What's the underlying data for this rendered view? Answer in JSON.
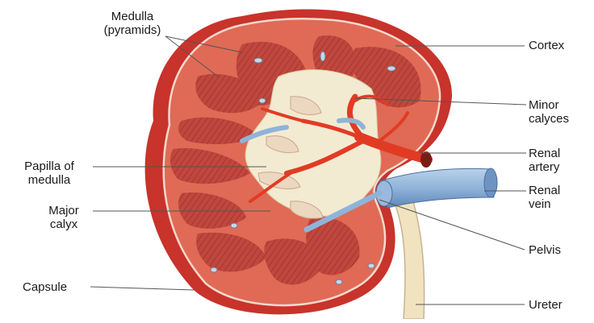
{
  "labels": {
    "medulla": [
      "Medulla",
      "(pyramids)"
    ],
    "cortex": [
      "Cortex"
    ],
    "minor_calyces": [
      "Minor",
      "calyces"
    ],
    "renal_artery": [
      "Renal",
      "artery"
    ],
    "renal_vein": [
      "Renal",
      "vein"
    ],
    "papilla": [
      "Papilla of",
      "medulla"
    ],
    "major_calyx": [
      "Major",
      "calyx"
    ],
    "pelvis": [
      "Pelvis"
    ],
    "capsule": [
      "Capsule"
    ],
    "ureter": [
      "Ureter"
    ]
  },
  "colors": {
    "capsule": "#c8332b",
    "cortex": "#e06a55",
    "pyramid": "#c0473e",
    "sinus": "#f3ead2",
    "artery": "#e23b24",
    "vein": "#8fb3d9",
    "ureter": "#f1e2c0"
  }
}
